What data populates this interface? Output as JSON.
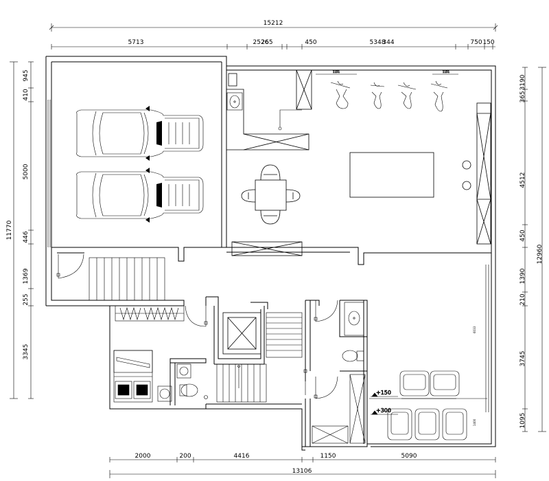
{
  "dimensions": {
    "top_total": "15212",
    "top_segments": [
      "5713",
      "2526",
      "265",
      "450",
      "5348",
      "344",
      "750",
      "150"
    ],
    "bottom_segments": [
      "2000",
      "200",
      "4416",
      "1150",
      "5090"
    ],
    "bottom_total": "13106",
    "left_segments": [
      "945",
      "410",
      "5000",
      "446",
      "1369",
      "255",
      "3345"
    ],
    "left_total": "11770",
    "right_segments": [
      "3190",
      "365",
      "4512",
      "450",
      "1390",
      "210",
      "3745",
      "1095"
    ],
    "right_total": "12960"
  },
  "annotations": {
    "level_1": "+150",
    "level_2": "+300",
    "gym_width_1": "1151",
    "gym_width_2": "1151",
    "table_width": "6033",
    "seat_width": "1400"
  }
}
